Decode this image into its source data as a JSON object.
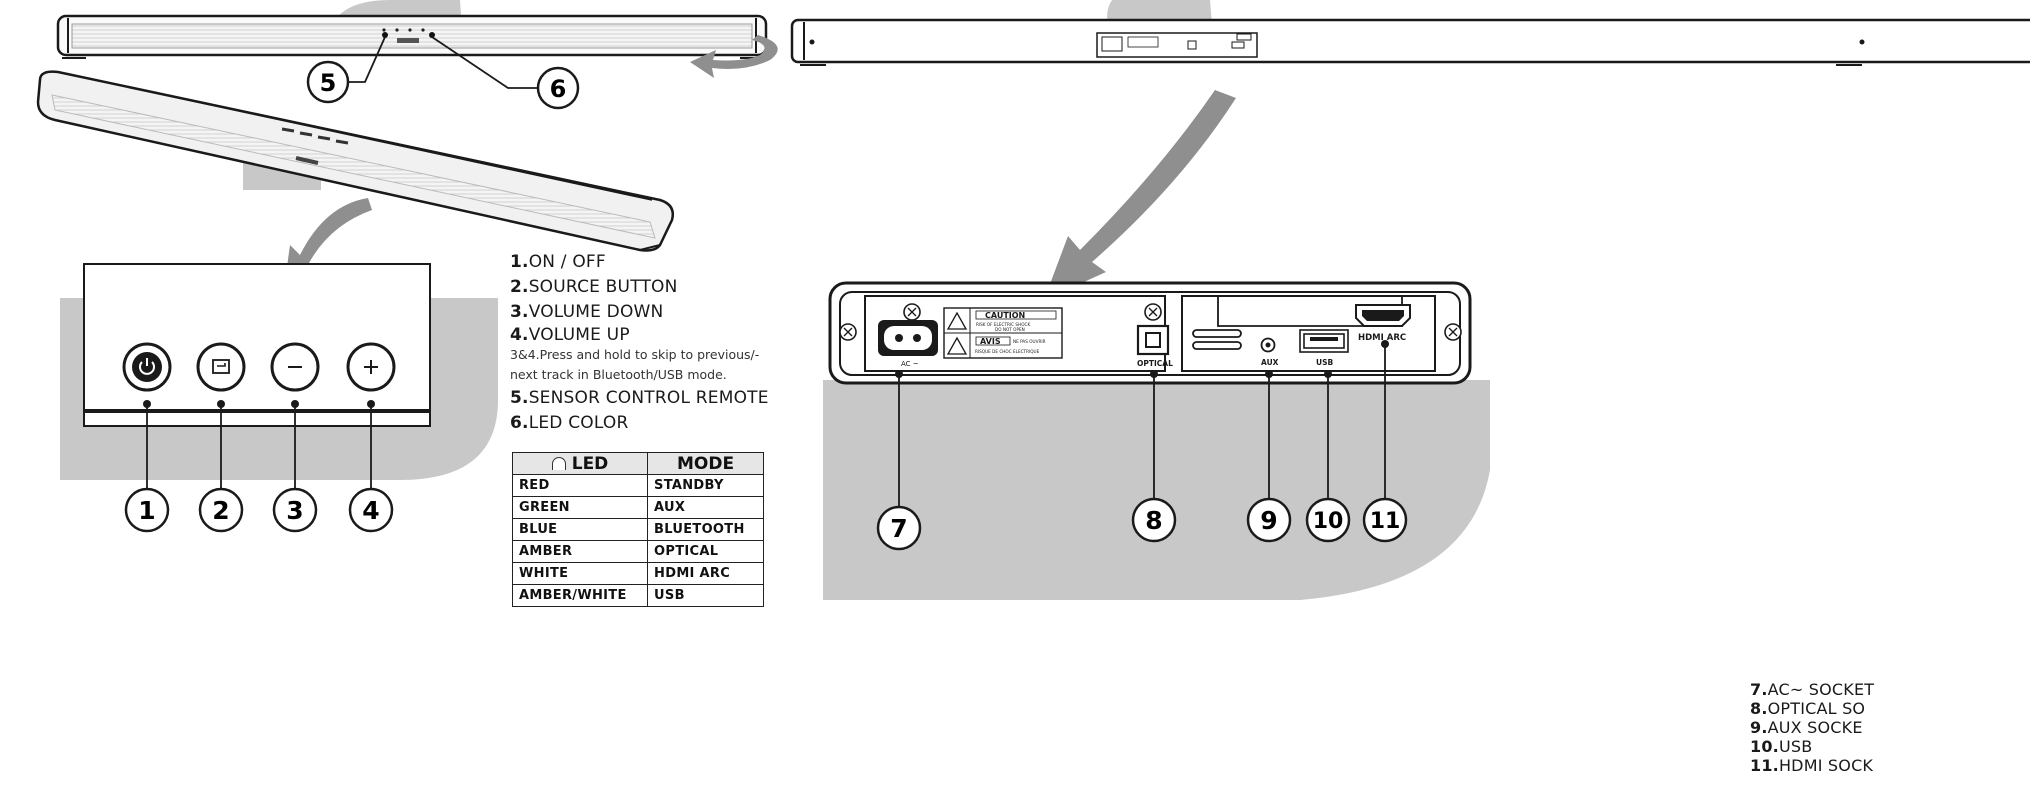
{
  "callouts": [
    "1",
    "2",
    "3",
    "4",
    "5",
    "6",
    "7",
    "8",
    "9",
    "10",
    "11"
  ],
  "legend_left": [
    {
      "num": "1.",
      "text": "ON / OFF"
    },
    {
      "num": "2.",
      "text": "SOURCE BUTTON"
    },
    {
      "num": "3.",
      "text": "VOLUME DOWN"
    },
    {
      "num": "4.",
      "text": "VOLUME UP"
    }
  ],
  "note": {
    "line1": "3&4.Press and hold to skip to previous/-",
    "line2": "next track in Bluetooth/USB mode."
  },
  "legend_left_2": [
    {
      "num": "5.",
      "text": "SENSOR CONTROL REMOTE"
    },
    {
      "num": "6.",
      "text": "LED COLOR"
    }
  ],
  "led_table": {
    "headers": [
      "LED",
      "MODE"
    ],
    "rows": [
      [
        "RED",
        "STANDBY"
      ],
      [
        "GREEN",
        "AUX"
      ],
      [
        "BLUE",
        "BLUETOOTH"
      ],
      [
        "AMBER",
        "OPTICAL"
      ],
      [
        "WHITE",
        "HDMI ARC"
      ],
      [
        "AMBER/WHITE",
        "USB"
      ]
    ]
  },
  "legend_right": [
    {
      "num": "7.",
      "text": "AC~ SOCKET"
    },
    {
      "num": "8.",
      "text": "OPTICAL SO"
    },
    {
      "num": "9.",
      "text": "AUX SOCKE"
    },
    {
      "num": "10.",
      "text": "USB"
    },
    {
      "num": "11.",
      "text": "HDMI SOCK"
    }
  ],
  "panel_labels": {
    "ac": "AC ~",
    "optical": "OPTICAL",
    "aux": "AUX",
    "usb": "USB",
    "hdmi_arc": "HDMI  ARC",
    "caution_title": "CAUTION",
    "caution_line1": "RISK OF ELECTRIC SHOCK",
    "caution_line2": "DO NOT OPEN",
    "avis_title": "AVIS",
    "avis_side": "NE PAS OUVRIR",
    "avis_line": "RISQUE DE CHOC ELECTRIQUE"
  },
  "colors": {
    "gray_shape": "#c8c8c8",
    "arrow": "#8f8f8f",
    "outline": "#1a1a1a"
  }
}
